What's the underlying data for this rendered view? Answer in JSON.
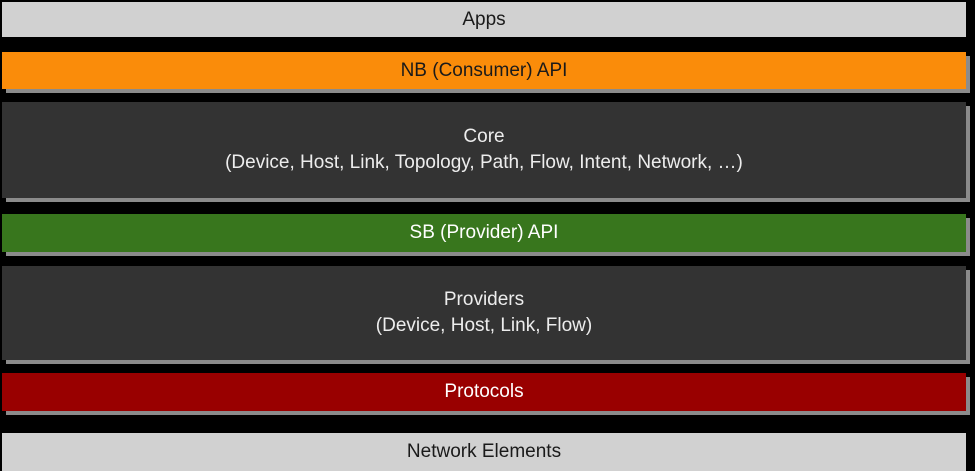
{
  "diagram": {
    "background_color": "#000000",
    "shadow_color": "#8B8B8B",
    "layers": [
      {
        "label": "Apps",
        "bg": "#D1D1D1",
        "text_color": "#1A1A1A",
        "shadow": false
      },
      {
        "label": "NB (Consumer) API",
        "bg": "#FA8C0A",
        "text_color": "#1A1A1A",
        "shadow": true
      },
      {
        "label": "Core",
        "sublabel": "(Device, Host, Link, Topology, Path, Flow, Intent, Network, …)",
        "bg": "#333333",
        "text_color": "#EDEDED",
        "shadow": true
      },
      {
        "label": "SB (Provider) API",
        "bg": "#38761D",
        "text_color": "#FFFFFF",
        "shadow": true
      },
      {
        "label": "Providers",
        "sublabel": "(Device, Host, Link, Flow)",
        "bg": "#333333",
        "text_color": "#EDEDED",
        "shadow": true
      },
      {
        "label": "Protocols",
        "bg": "#990000",
        "text_color": "#FFFFFF",
        "shadow": true
      },
      {
        "label": "Network Elements",
        "bg": "#D1D1D1",
        "text_color": "#1A1A1A",
        "shadow": false
      }
    ]
  }
}
